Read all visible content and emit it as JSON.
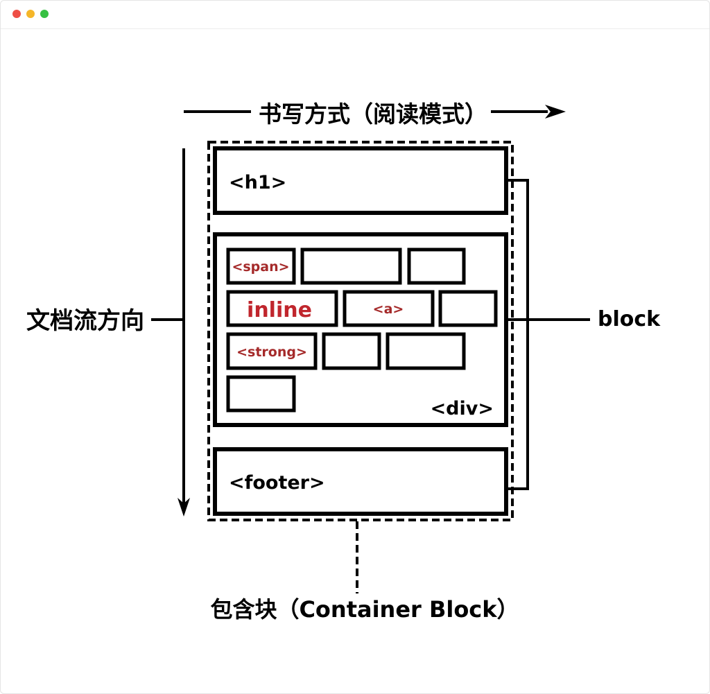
{
  "window": {
    "controls": {
      "close_color": "#ee4f46",
      "minimize_color": "#f5b629",
      "maximize_color": "#36c042"
    }
  },
  "diagram": {
    "writing_mode_label": "书写方式（阅读模式）",
    "flow_direction_label": "文档流方向",
    "block_label": "block",
    "container_block_label": "包含块（Container Block）",
    "h1_label": "<h1>",
    "div_label": "<div>",
    "footer_label": "<footer>",
    "inline_items": {
      "span": "<span>",
      "inline": "inline",
      "a": "<a>",
      "strong": "<strong>"
    },
    "colors": {
      "stroke": "#000000",
      "inline_text": "#a52a2a",
      "inline_big_text": "#c0262d"
    }
  }
}
